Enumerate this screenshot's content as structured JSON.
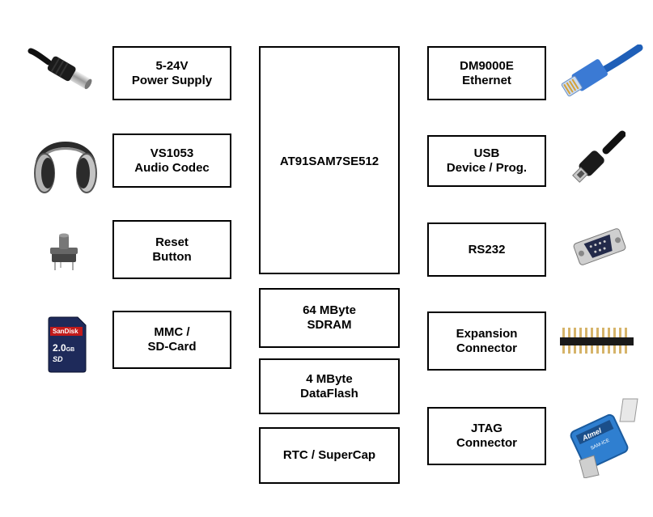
{
  "left": {
    "power": {
      "line1": "5-24V",
      "line2": "Power Supply"
    },
    "audio": {
      "line1": "VS1053",
      "line2": "Audio Codec"
    },
    "reset": {
      "line1": "Reset",
      "line2": "Button"
    },
    "mmc": {
      "line1": "MMC /",
      "line2": "SD-Card"
    }
  },
  "center": {
    "mcu": {
      "label": "AT91SAM7SE512"
    },
    "sdram": {
      "line1": "64 MByte",
      "line2": "SDRAM"
    },
    "dataflash": {
      "line1": "4 MByte",
      "line2": "DataFlash"
    },
    "rtc": {
      "label": "RTC / SuperCap"
    }
  },
  "right": {
    "ethernet": {
      "line1": "DM9000E",
      "line2": "Ethernet"
    },
    "usb": {
      "line1": "USB",
      "line2": "Device / Prog."
    },
    "rs232": {
      "label": "RS232"
    },
    "expansion": {
      "line1": "Expansion",
      "line2": "Connector"
    },
    "jtag": {
      "line1": "JTAG",
      "line2": "Connector"
    }
  },
  "sdcard": {
    "brand": "SanDisk",
    "capacity": "2.0",
    "unit": "GB",
    "logo": "SD"
  },
  "jtag_device": {
    "brand": "Atmel",
    "model": "SAM-ICE"
  },
  "icons": [
    "dc-power-plug-icon",
    "headphones-icon",
    "push-button-icon",
    "sd-card-icon",
    "ethernet-cable-icon",
    "usb-cable-icon",
    "db9-connector-icon",
    "pin-header-icon",
    "jtag-probe-icon"
  ],
  "colors": {
    "line": "#000000",
    "ethernet_cable": "#1f5fb8",
    "jtag_probe": "#2f7fd0",
    "sd_card": "#1e2a5a"
  }
}
